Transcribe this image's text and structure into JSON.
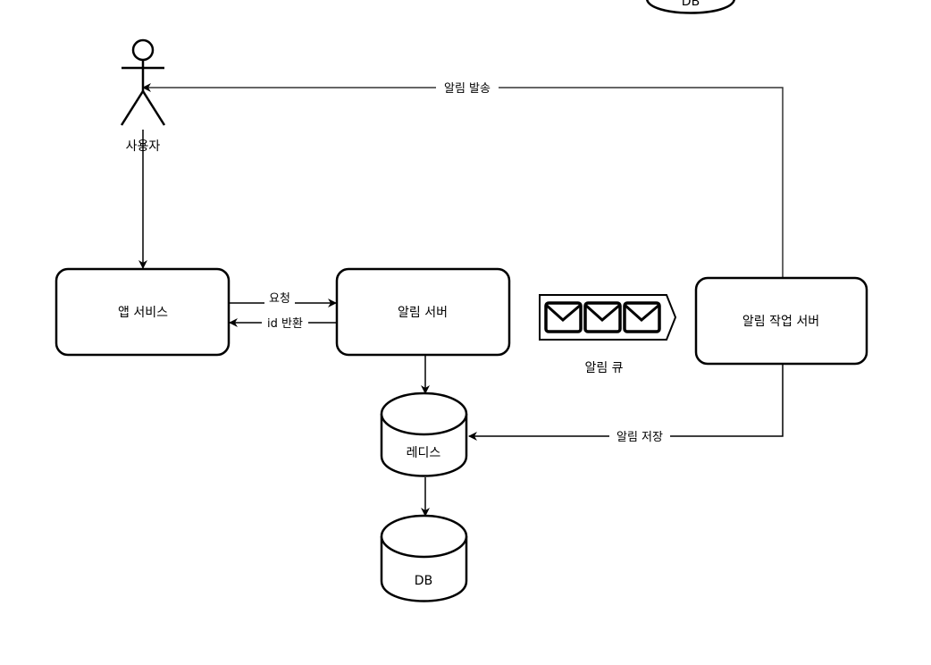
{
  "diagram": {
    "nodes": {
      "top_db": {
        "label": "DB",
        "shape": "cylinder"
      },
      "user": {
        "label": "사용자",
        "shape": "actor"
      },
      "app_service": {
        "label": "앱 서비스",
        "shape": "rounded-rect"
      },
      "notification_server": {
        "label": "알림 서버",
        "shape": "rounded-rect"
      },
      "notification_queue": {
        "label": "알림 큐",
        "shape": "message-queue"
      },
      "notification_worker": {
        "label": "알림 작업 서버",
        "shape": "rounded-rect"
      },
      "redis": {
        "label": "레디스",
        "shape": "cylinder"
      },
      "db": {
        "label": "DB",
        "shape": "cylinder"
      }
    },
    "edges": {
      "send_notification": {
        "label": "알림 발송",
        "from": "notification_worker",
        "to": "user"
      },
      "user_to_app": {
        "label": "",
        "from": "user",
        "to": "app_service"
      },
      "request": {
        "label": "요청",
        "from": "app_service",
        "to": "notification_server"
      },
      "return_id": {
        "label": "id 반환",
        "from": "notification_server",
        "to": "app_service"
      },
      "server_to_redis": {
        "label": "",
        "from": "notification_server",
        "to": "redis"
      },
      "store_notification": {
        "label": "알림 저장",
        "from": "notification_worker",
        "to": "redis"
      },
      "redis_to_db": {
        "label": "",
        "from": "redis",
        "to": "db"
      }
    }
  }
}
